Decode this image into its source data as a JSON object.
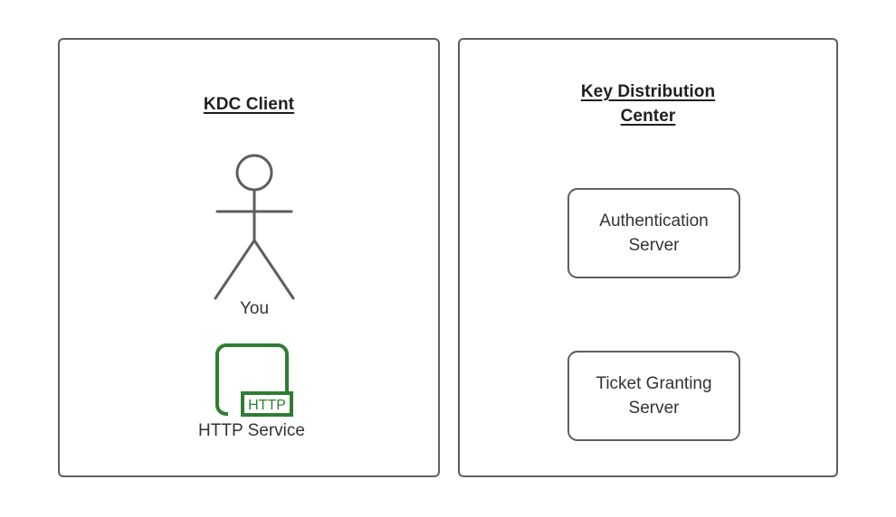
{
  "diagram": {
    "background_color": "#ffffff",
    "stroke_color": "#5e5e5e",
    "text_color": "#333333",
    "title_color": "#1f1f1f",
    "accent_green": "#2f7d32"
  },
  "panels": [
    {
      "id": "kdc-client",
      "title": "KDC Client",
      "title_lines": [
        "KDC Client"
      ],
      "actor": {
        "icon": "stick-figure-actor-icon",
        "label": "You"
      },
      "service": {
        "icon": "http-service-icon",
        "badge_text": "HTTP",
        "label": "HTTP Service"
      }
    },
    {
      "id": "key-distribution-center",
      "title": "Key Distribution Center",
      "title_lines": [
        "Key Distribution",
        "Center"
      ],
      "boxes": [
        {
          "id": "authentication-server",
          "lines": [
            "Authentication",
            "Server"
          ]
        },
        {
          "id": "ticket-granting-server",
          "lines": [
            "Ticket Granting",
            "Server"
          ]
        }
      ]
    }
  ]
}
